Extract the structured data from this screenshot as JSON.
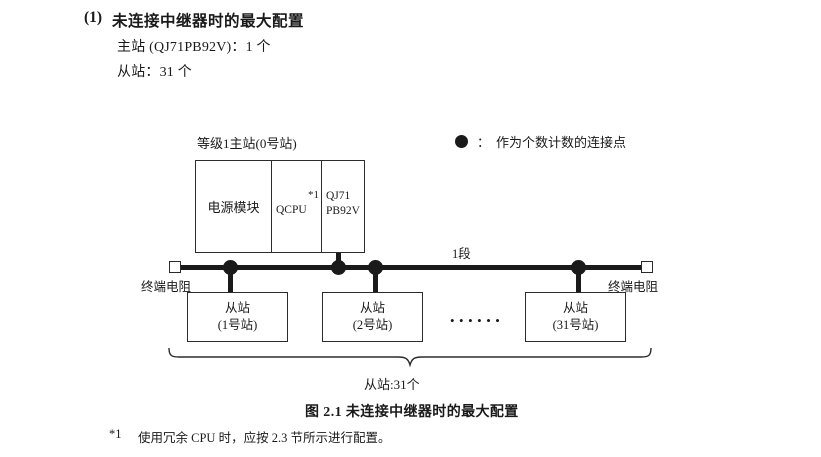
{
  "heading": {
    "number": "(1)",
    "title": "未连接中继器时的最大配置",
    "spec_master": "主站 (QJ71PB92V)：1 个",
    "spec_slave": "从站：31 个"
  },
  "legend": {
    "symbol": "filled-circle",
    "colon": "：",
    "text": "作为个数计数的连接点"
  },
  "diagram": {
    "master_caption": "等级1主站(0号站)",
    "modules": [
      {
        "name": "电源模块",
        "note": ""
      },
      {
        "name": "QCPU",
        "note": "*1"
      },
      {
        "name": "QJ71\nPB92V",
        "note": ""
      }
    ],
    "module_power": "电源模块",
    "module_cpu": "QCPU",
    "module_cpu_note": "*1",
    "module_net_line1": "QJ71",
    "module_net_line2": "PB92V",
    "segment_label": "1段",
    "terminator_left": "终端电阻",
    "terminator_right": "终端电阻",
    "slaves": [
      {
        "line1": "从站",
        "line2": "(1号站)"
      },
      {
        "line1": "从站",
        "line2": "(2号站)"
      },
      {
        "line1": "从站",
        "line2": "(31号站)"
      }
    ],
    "ellipsis": "••••••",
    "brace_label": "从站:31个"
  },
  "figure": {
    "caption": "图 2.1  未连接中继器时的最大配置"
  },
  "footnote": {
    "mark": "*1",
    "text": "使用冗余 CPU 时，应按 2.3 节所示进行配置。"
  },
  "colors": {
    "ink": "#1a1a1a",
    "line": "#2b2b2b",
    "background": "#ffffff"
  }
}
